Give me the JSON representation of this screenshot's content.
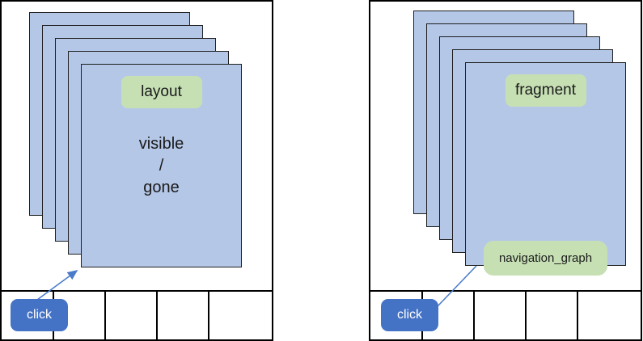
{
  "left_panel": {
    "stack_label": "layout",
    "center_lines": [
      "visible",
      "/",
      "gone"
    ],
    "button_label": "click",
    "stack_count": 5,
    "tab_cell_count": 5
  },
  "right_panel": {
    "stack_label": "fragment",
    "bottom_label": "navigation_graph",
    "button_label": "click",
    "stack_count": 5,
    "tab_cell_count": 5
  },
  "colors": {
    "card_fill": "#b4c7e7",
    "label_fill": "#c6e0b4",
    "button_fill": "#4472c4",
    "arrow_color": "#4a7ccb",
    "frame_border": "#000000",
    "text_color": "#1a1a1a"
  }
}
